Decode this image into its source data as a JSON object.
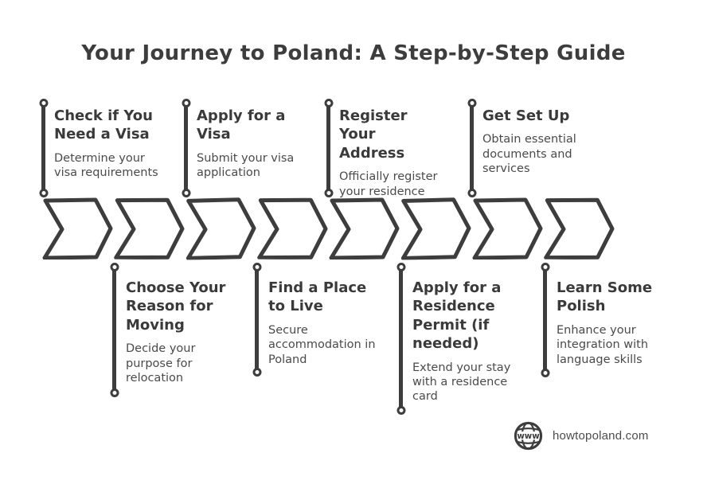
{
  "title": "Your Journey to Poland: A Step-by-Step Guide",
  "steps_top": [
    {
      "title": "Check if You Need a Visa",
      "description": "Determine your visa requirements"
    },
    {
      "title": "Apply for a Visa",
      "description": "Submit your visa application"
    },
    {
      "title": "Register Your Address",
      "description": "Officially register your residence"
    },
    {
      "title": "Get Set Up",
      "description": "Obtain essential documents and services"
    }
  ],
  "steps_bottom": [
    {
      "title": "Choose Your Reason for Moving",
      "description": "Decide your purpose for relocation"
    },
    {
      "title": "Find a Place to Live",
      "description": "Secure accommodation in Poland"
    },
    {
      "title": "Apply for a Residence Permit (if needed)",
      "description": "Extend your stay with a residence card"
    },
    {
      "title": "Learn Some Polish",
      "description": "Enhance your integration with language skills"
    }
  ],
  "timeline": {
    "chevron_count": 8,
    "direction": "left-to-right"
  },
  "footer": {
    "website": "howtopoland.com",
    "icon": "www-globe-icon"
  },
  "colors": {
    "ink": "#3d3d3d",
    "text_secondary": "#4a4a4a",
    "background": "#ffffff"
  }
}
